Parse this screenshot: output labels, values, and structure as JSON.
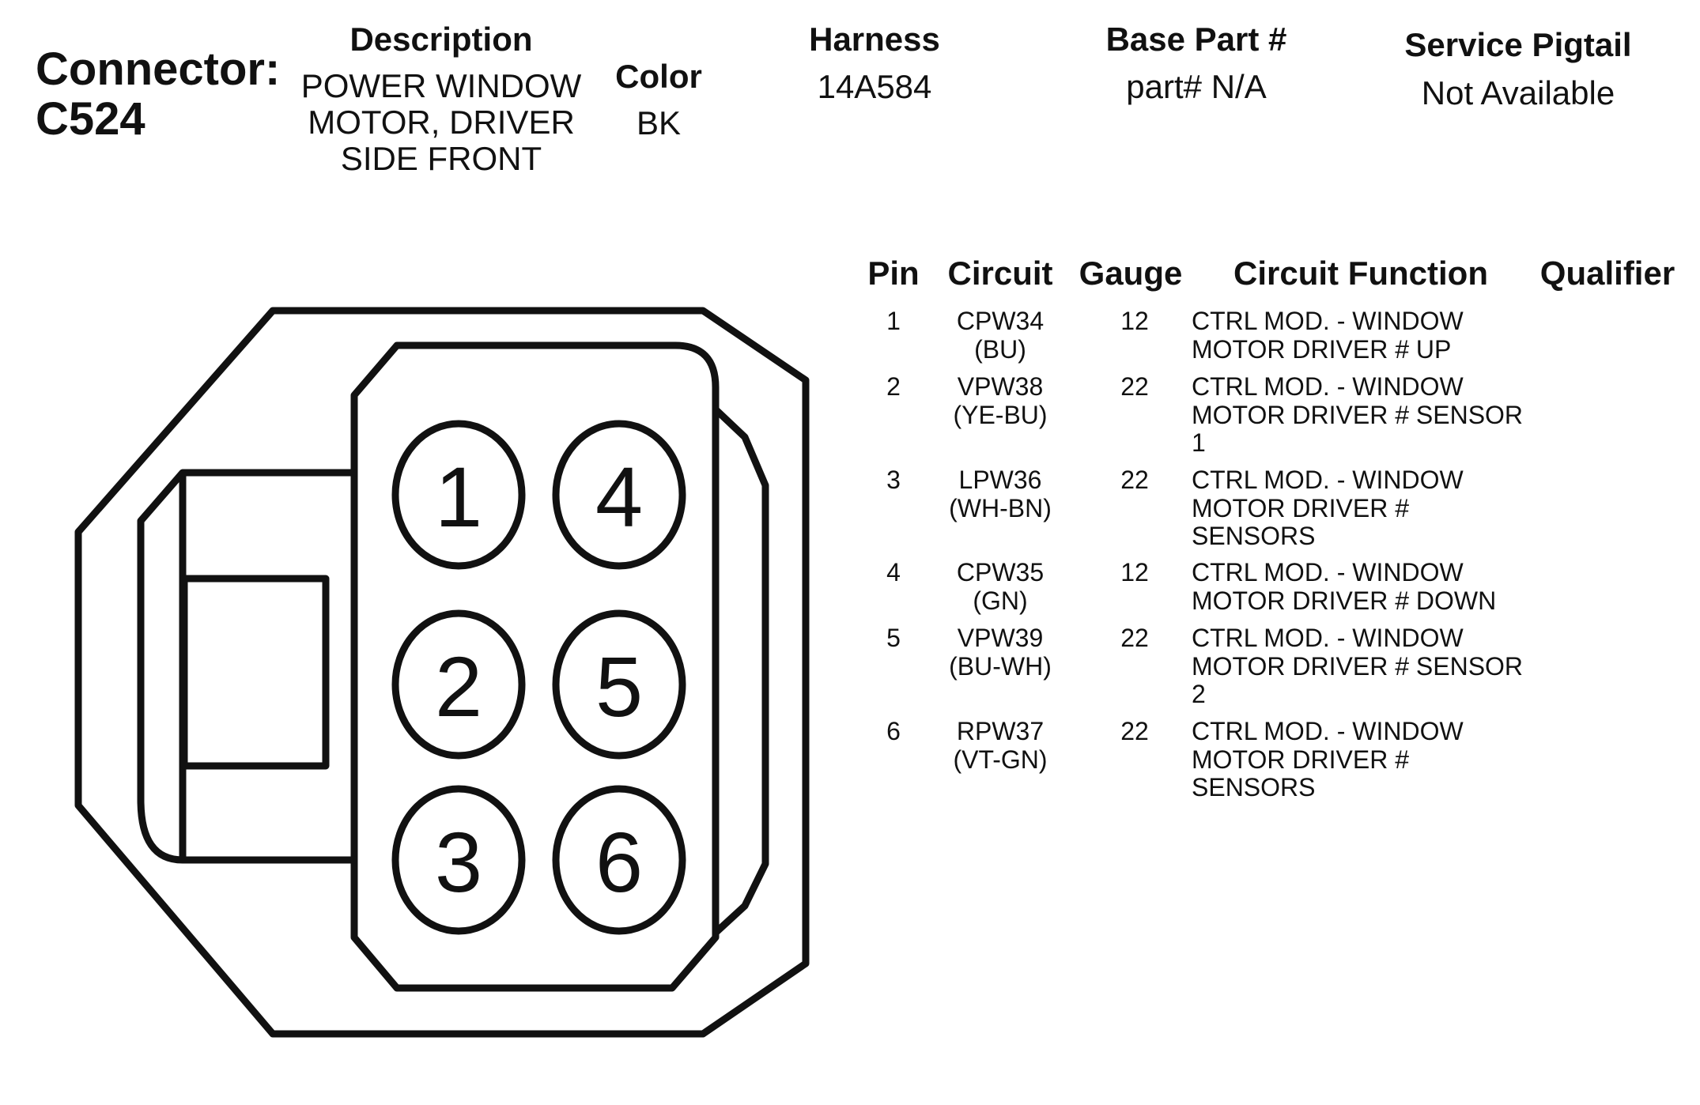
{
  "connector": {
    "label": "Connector:",
    "id": "C524"
  },
  "header": {
    "description": {
      "label": "Description",
      "lines": [
        "POWER WINDOW",
        "MOTOR, DRIVER",
        "SIDE FRONT"
      ]
    },
    "color": {
      "label": "Color",
      "value": "BK"
    },
    "harness": {
      "label": "Harness",
      "value": "14A584"
    },
    "base_part": {
      "label": "Base Part #",
      "value": "part# N/A"
    },
    "service_pigtail": {
      "label": "Service Pigtail",
      "value": "Not Available"
    }
  },
  "table": {
    "columns": [
      "Pin",
      "Circuit",
      "Gauge",
      "Circuit Function",
      "Qualifier"
    ],
    "rows": [
      {
        "pin": "1",
        "circuit": [
          "CPW34",
          "(BU)"
        ],
        "gauge": "12",
        "function": [
          "CTRL MOD. - WINDOW",
          "MOTOR DRIVER # UP"
        ]
      },
      {
        "pin": "2",
        "circuit": [
          "VPW38",
          "(YE-BU)"
        ],
        "gauge": "22",
        "function": [
          "CTRL MOD. - WINDOW",
          "MOTOR DRIVER # SENSOR",
          "1"
        ]
      },
      {
        "pin": "3",
        "circuit": [
          "LPW36",
          "(WH-BN)"
        ],
        "gauge": "22",
        "function": [
          "CTRL MOD. - WINDOW",
          "MOTOR DRIVER #",
          "SENSORS"
        ]
      },
      {
        "pin": "4",
        "circuit": [
          "CPW35",
          "(GN)"
        ],
        "gauge": "12",
        "function": [
          "CTRL MOD. - WINDOW",
          "MOTOR DRIVER # DOWN"
        ]
      },
      {
        "pin": "5",
        "circuit": [
          "VPW39",
          "(BU-WH)"
        ],
        "gauge": "22",
        "function": [
          "CTRL MOD. - WINDOW",
          "MOTOR DRIVER # SENSOR",
          "2"
        ]
      },
      {
        "pin": "6",
        "circuit": [
          "RPW37",
          "(VT-GN)"
        ],
        "gauge": "22",
        "function": [
          "CTRL MOD. - WINDOW",
          "MOTOR DRIVER #",
          "SENSORS"
        ]
      }
    ]
  },
  "diagram": {
    "pin_labels": [
      "1",
      "4",
      "2",
      "5",
      "3",
      "6"
    ]
  }
}
